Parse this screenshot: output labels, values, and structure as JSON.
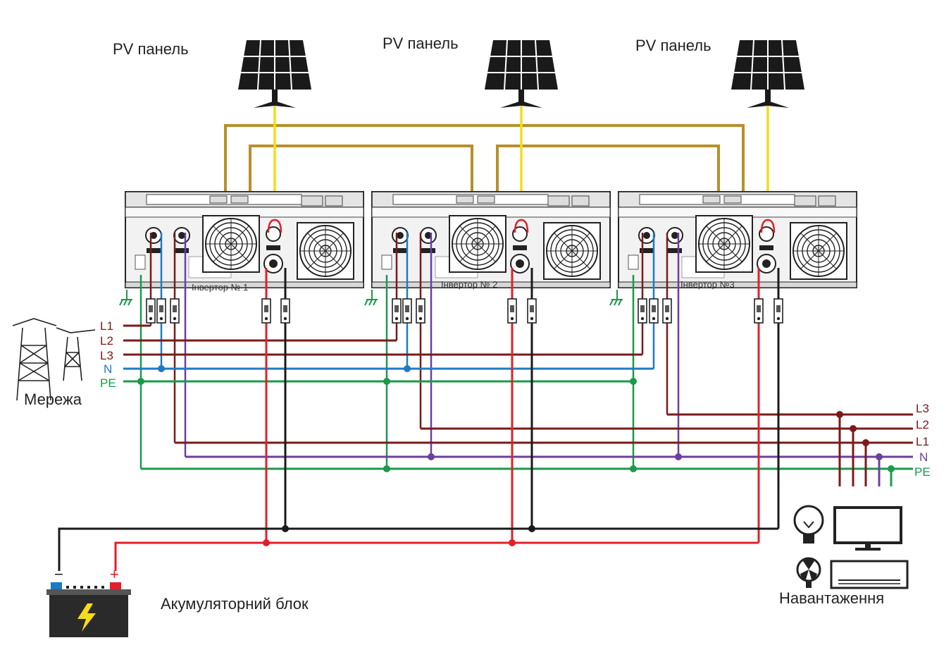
{
  "pv_labels": [
    "PV панель",
    "PV панель",
    "PV панель"
  ],
  "inverters": [
    "Інвертор № 1",
    "Інвертор № 2",
    "Інвертор №3"
  ],
  "grid": {
    "label": "Мережа",
    "lines": [
      {
        "name": "L1",
        "color": "#7a1a1a"
      },
      {
        "name": "L2",
        "color": "#7a1a1a"
      },
      {
        "name": "L3",
        "color": "#7a1a1a"
      },
      {
        "name": "N",
        "color": "#1f7ac4"
      },
      {
        "name": "PE",
        "color": "#1a9a4a"
      }
    ]
  },
  "load": {
    "label": "Навантаження",
    "lines": [
      {
        "name": "L3",
        "color": "#7a1a1a"
      },
      {
        "name": "L2",
        "color": "#7a1a1a"
      },
      {
        "name": "L1",
        "color": "#7a1a1a"
      },
      {
        "name": "N",
        "color": "#6b3fa0"
      },
      {
        "name": "PE",
        "color": "#1a9a4a"
      }
    ]
  },
  "battery": {
    "label": "Акумуляторний блок",
    "minus": "−",
    "plus": "+"
  },
  "colors": {
    "parallel_cable": "#b8902a",
    "pv_cable": "#f5dc1a",
    "battery_pos": "#e0202a",
    "battery_neg": "#1a1a1a",
    "inverter_body": "#f2f2f2",
    "inverter_outline": "#222222"
  },
  "icons": [
    "solar-panel-icon",
    "inverter-icon",
    "breaker-icon",
    "ground-icon",
    "power-tower-icon",
    "battery-icon",
    "lightbulb-icon",
    "tv-icon",
    "fan-icon",
    "air-conditioner-icon"
  ]
}
